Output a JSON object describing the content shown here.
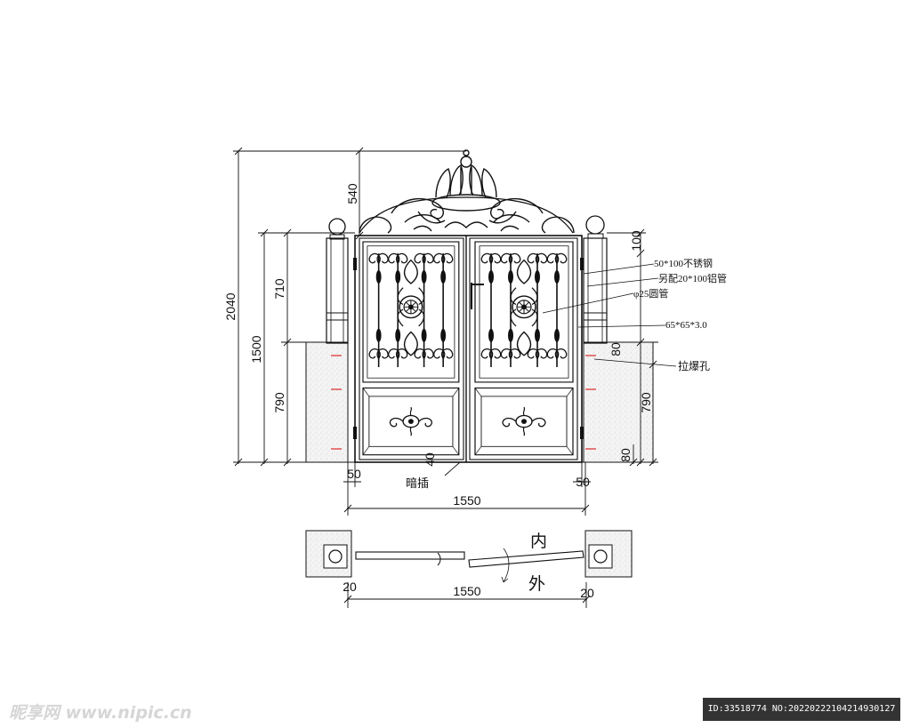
{
  "dimensions": {
    "total_height": "2040",
    "top_ornament": "540",
    "leaf_height": "1500",
    "upper_panel": "710",
    "lower_panel_left": "790",
    "lower_panel_right": "790",
    "top_offset": "100",
    "bottom_offset": "80",
    "mid_offset": "80",
    "gap_40": "40",
    "post_left": "50",
    "post_right": "50",
    "opening_width": "1550",
    "plan_width": "1550",
    "plan_left": "20",
    "plan_right": "20"
  },
  "labels": {
    "steel": "50*100不锈钢",
    "tube": "另配20*100铝管",
    "round_tube": "φ25圆管",
    "frame": "65*65*3.0",
    "anchor": "拉爆孔",
    "hidden_bolt": "暗插",
    "inside": "内",
    "outside": "外"
  },
  "watermark": {
    "site": "昵享网 www.nipic.cn",
    "id": "ID:33518774 NO:20220222104214930127"
  },
  "colors": {
    "line": "#111111",
    "concrete": "#f1f1f1",
    "anchor_mark": "#e05050"
  }
}
